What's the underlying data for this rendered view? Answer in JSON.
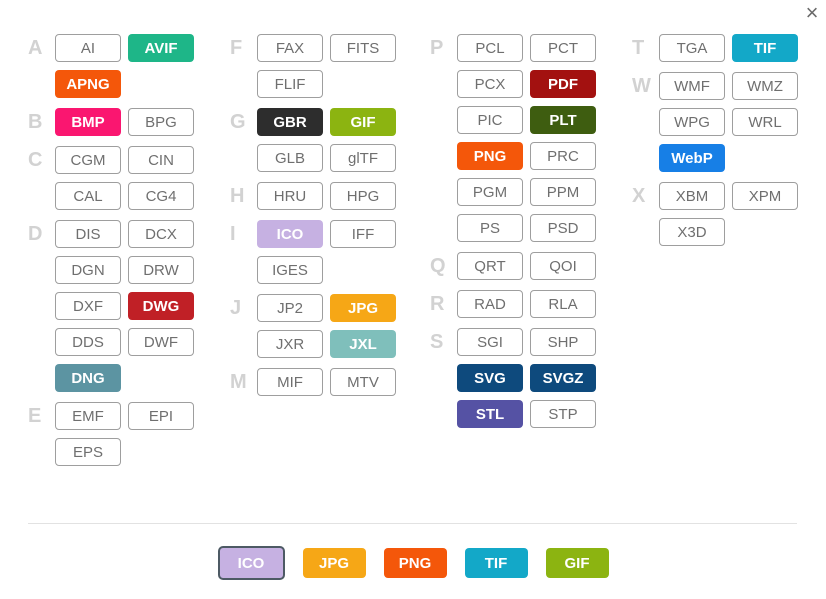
{
  "close": {
    "glyph": "×"
  },
  "colors": {
    "emerald": "#1EB688",
    "orange": "#F4570A",
    "pink": "#FA1670",
    "charcoal": "#2D2D2D",
    "yellowgreen": "#8CB411",
    "lavender": "#C6B1E2",
    "red": "#C02026",
    "steel": "#5C94A2",
    "amber": "#F6A716",
    "mutedteal": "#7FBFBB",
    "darkred": "#A31110",
    "olive": "#3E5D10",
    "navy": "#0E4A7D",
    "indigo": "#5552A4",
    "cyan": "#13A8C8",
    "azure": "#177FE6"
  },
  "grid": {
    "columns": [
      {
        "groups": [
          {
            "letter": "A",
            "rows": [
              [
                {
                  "t": "AI"
                },
                {
                  "t": "AVIF",
                  "c": "emerald"
                }
              ],
              [
                {
                  "t": "APNG",
                  "c": "orange"
                }
              ]
            ]
          },
          {
            "letter": "B",
            "rows": [
              [
                {
                  "t": "BMP",
                  "c": "pink"
                },
                {
                  "t": "BPG"
                }
              ]
            ]
          },
          {
            "letter": "C",
            "rows": [
              [
                {
                  "t": "CGM"
                },
                {
                  "t": "CIN"
                }
              ],
              [
                {
                  "t": "CAL"
                },
                {
                  "t": "CG4"
                }
              ]
            ]
          },
          {
            "letter": "D",
            "rows": [
              [
                {
                  "t": "DIS"
                },
                {
                  "t": "DCX"
                }
              ],
              [
                {
                  "t": "DGN"
                },
                {
                  "t": "DRW"
                }
              ],
              [
                {
                  "t": "DXF"
                },
                {
                  "t": "DWG",
                  "c": "red"
                }
              ],
              [
                {
                  "t": "DDS"
                },
                {
                  "t": "DWF"
                }
              ],
              [
                {
                  "t": "DNG",
                  "c": "steel"
                }
              ]
            ]
          },
          {
            "letter": "E",
            "rows": [
              [
                {
                  "t": "EMF"
                },
                {
                  "t": "EPI"
                }
              ],
              [
                {
                  "t": "EPS"
                }
              ]
            ]
          }
        ]
      },
      {
        "groups": [
          {
            "letter": "F",
            "rows": [
              [
                {
                  "t": "FAX"
                },
                {
                  "t": "FITS"
                }
              ],
              [
                {
                  "t": "FLIF"
                }
              ]
            ]
          },
          {
            "letter": "G",
            "rows": [
              [
                {
                  "t": "GBR",
                  "c": "charcoal"
                },
                {
                  "t": "GIF",
                  "c": "yellowgreen"
                }
              ],
              [
                {
                  "t": "GLB"
                },
                {
                  "t": "glTF"
                }
              ]
            ]
          },
          {
            "letter": "H",
            "rows": [
              [
                {
                  "t": "HRU"
                },
                {
                  "t": "HPG"
                }
              ]
            ]
          },
          {
            "letter": "I",
            "rows": [
              [
                {
                  "t": "ICO",
                  "c": "lavender"
                },
                {
                  "t": "IFF"
                }
              ],
              [
                {
                  "t": "IGES"
                }
              ]
            ]
          },
          {
            "letter": "J",
            "rows": [
              [
                {
                  "t": "JP2"
                },
                {
                  "t": "JPG",
                  "c": "amber"
                }
              ],
              [
                {
                  "t": "JXR"
                },
                {
                  "t": "JXL",
                  "c": "mutedteal"
                }
              ]
            ]
          },
          {
            "letter": "M",
            "rows": [
              [
                {
                  "t": "MIF"
                },
                {
                  "t": "MTV"
                }
              ]
            ]
          }
        ]
      },
      {
        "groups": [
          {
            "letter": "P",
            "rows": [
              [
                {
                  "t": "PCL"
                },
                {
                  "t": "PCT"
                }
              ],
              [
                {
                  "t": "PCX"
                },
                {
                  "t": "PDF",
                  "c": "darkred"
                }
              ],
              [
                {
                  "t": "PIC"
                },
                {
                  "t": "PLT",
                  "c": "olive"
                }
              ],
              [
                {
                  "t": "PNG",
                  "c": "orange"
                },
                {
                  "t": "PRC"
                }
              ],
              [
                {
                  "t": "PGM"
                },
                {
                  "t": "PPM"
                }
              ],
              [
                {
                  "t": "PS"
                },
                {
                  "t": "PSD"
                }
              ]
            ]
          },
          {
            "letter": "Q",
            "rows": [
              [
                {
                  "t": "QRT"
                },
                {
                  "t": "QOI"
                }
              ]
            ]
          },
          {
            "letter": "R",
            "rows": [
              [
                {
                  "t": "RAD"
                },
                {
                  "t": "RLA"
                }
              ]
            ]
          },
          {
            "letter": "S",
            "rows": [
              [
                {
                  "t": "SGI"
                },
                {
                  "t": "SHP"
                }
              ],
              [
                {
                  "t": "SVG",
                  "c": "navy"
                },
                {
                  "t": "SVGZ",
                  "c": "navy"
                }
              ],
              [
                {
                  "t": "STL",
                  "c": "indigo"
                },
                {
                  "t": "STP"
                }
              ]
            ]
          }
        ]
      },
      {
        "groups": [
          {
            "letter": "T",
            "rows": [
              [
                {
                  "t": "TGA"
                },
                {
                  "t": "TIF",
                  "c": "cyan"
                }
              ]
            ]
          },
          {
            "letter": "W",
            "rows": [
              [
                {
                  "t": "WMF"
                },
                {
                  "t": "WMZ"
                }
              ],
              [
                {
                  "t": "WPG"
                },
                {
                  "t": "WRL"
                }
              ],
              [
                {
                  "t": "WebP",
                  "c": "azure"
                }
              ]
            ]
          },
          {
            "letter": "X",
            "rows": [
              [
                {
                  "t": "XBM"
                },
                {
                  "t": "XPM"
                }
              ],
              [
                {
                  "t": "X3D"
                }
              ]
            ]
          }
        ]
      }
    ]
  },
  "footer": {
    "items": [
      {
        "label": "ICO",
        "c": "lavender",
        "selected": true
      },
      {
        "label": "JPG",
        "c": "amber",
        "selected": false
      },
      {
        "label": "PNG",
        "c": "orange",
        "selected": false
      },
      {
        "label": "TIF",
        "c": "cyan",
        "selected": false
      },
      {
        "label": "GIF",
        "c": "yellowgreen",
        "selected": false
      }
    ]
  }
}
